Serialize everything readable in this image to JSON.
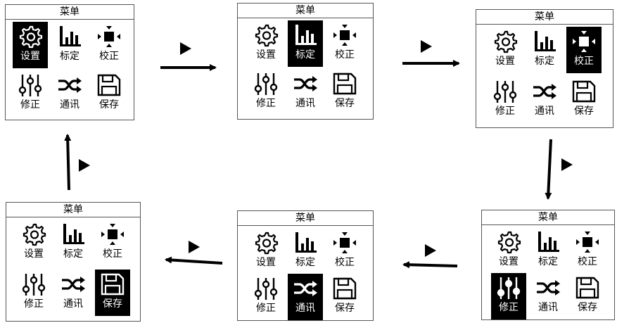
{
  "menu_title": "菜单",
  "items": [
    {
      "icon": "gear-icon",
      "label": "设置"
    },
    {
      "icon": "bar-chart-icon",
      "label": "标定"
    },
    {
      "icon": "calibrate-icon",
      "label": "校正"
    },
    {
      "icon": "sliders-icon",
      "label": "修正"
    },
    {
      "icon": "shuffle-icon",
      "label": "通讯"
    },
    {
      "icon": "floppy-save-icon",
      "label": "保存"
    }
  ],
  "screens": [
    {
      "selected": "设置"
    },
    {
      "selected": "标定"
    },
    {
      "selected": "校正"
    },
    {
      "selected": "修正"
    },
    {
      "selected": "通讯"
    },
    {
      "selected": "保存"
    }
  ],
  "colors": {
    "selected_bg": "#000000",
    "text": "#000000",
    "border": "#555555"
  }
}
